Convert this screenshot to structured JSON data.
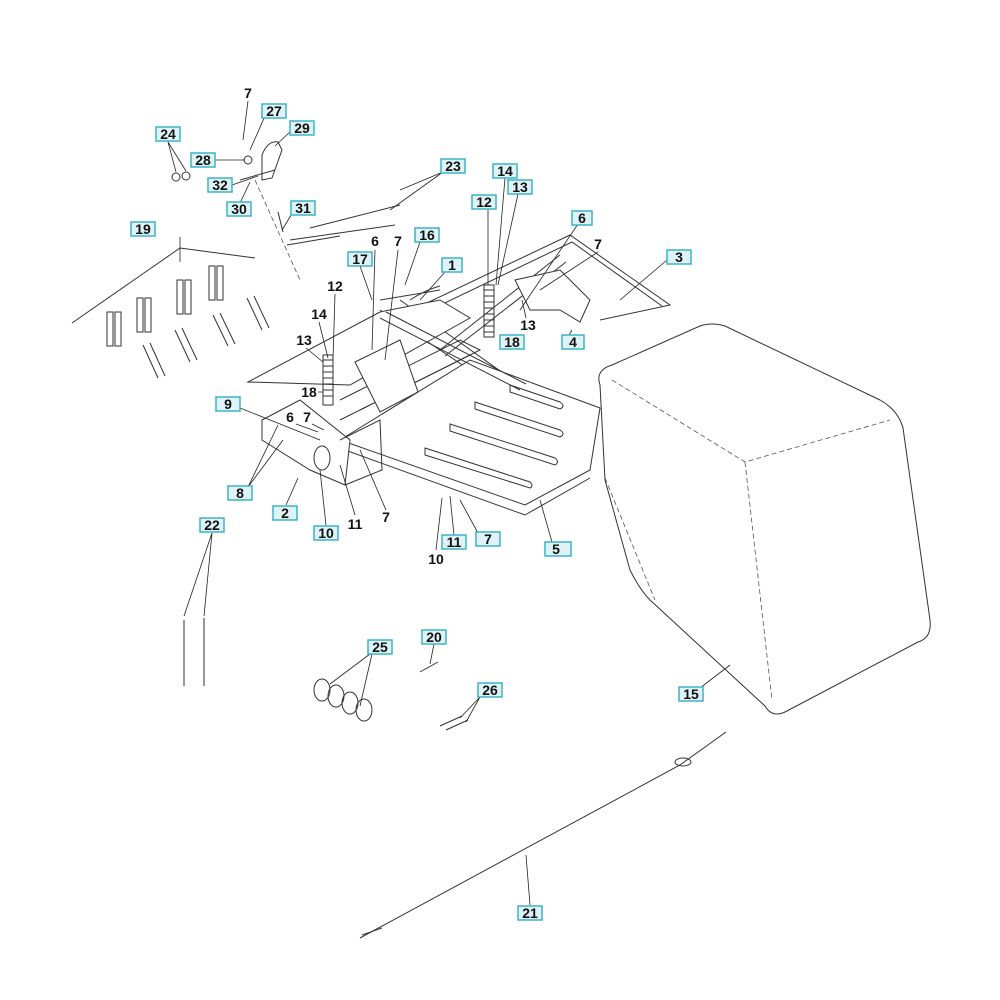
{
  "diagram": {
    "type": "exploded-parts-diagram",
    "colors": {
      "callout_border": "#3cb4c6",
      "callout_fill": "#dff2f5",
      "line": "#333333"
    }
  },
  "callouts": {
    "boxed": [
      "24",
      "27",
      "29",
      "28",
      "32",
      "30",
      "31",
      "19",
      "23",
      "14",
      "13",
      "12",
      "6",
      "16",
      "17",
      "1",
      "3",
      "18",
      "4",
      "9",
      "8",
      "2",
      "10",
      "22",
      "11",
      "7",
      "5",
      "20",
      "25",
      "26",
      "15",
      "21"
    ],
    "plain": [
      "7",
      "6",
      "7",
      "12",
      "14",
      "13",
      "18",
      "6",
      "7",
      "11",
      "7",
      "10",
      "7",
      "13"
    ]
  }
}
